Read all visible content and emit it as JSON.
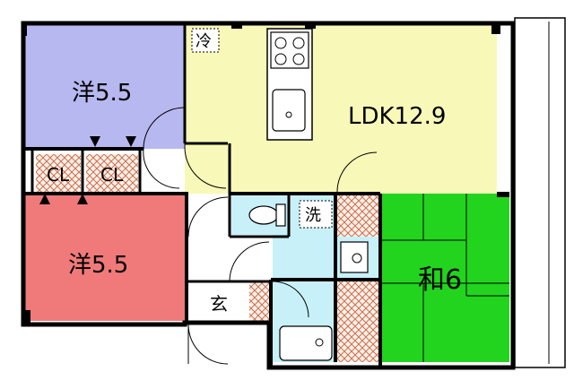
{
  "colors": {
    "western_room_top": "#b8b8f0",
    "western_room_bottom": "#f07a7a",
    "ldk": "#f8f8b8",
    "japanese_room": "#22d41e",
    "wet_area": "#c8f0f8",
    "hatch": "#c87050",
    "wall": "#000000",
    "balcony_line": "#000000"
  },
  "rooms": {
    "western_top": "洋5.5",
    "western_bottom": "洋5.5",
    "ldk": "LDK12.9",
    "japanese": "和6",
    "closet_1": "CL",
    "closet_2": "CL",
    "entrance": "玄",
    "refrigerator": "冷",
    "washer": "洗"
  }
}
